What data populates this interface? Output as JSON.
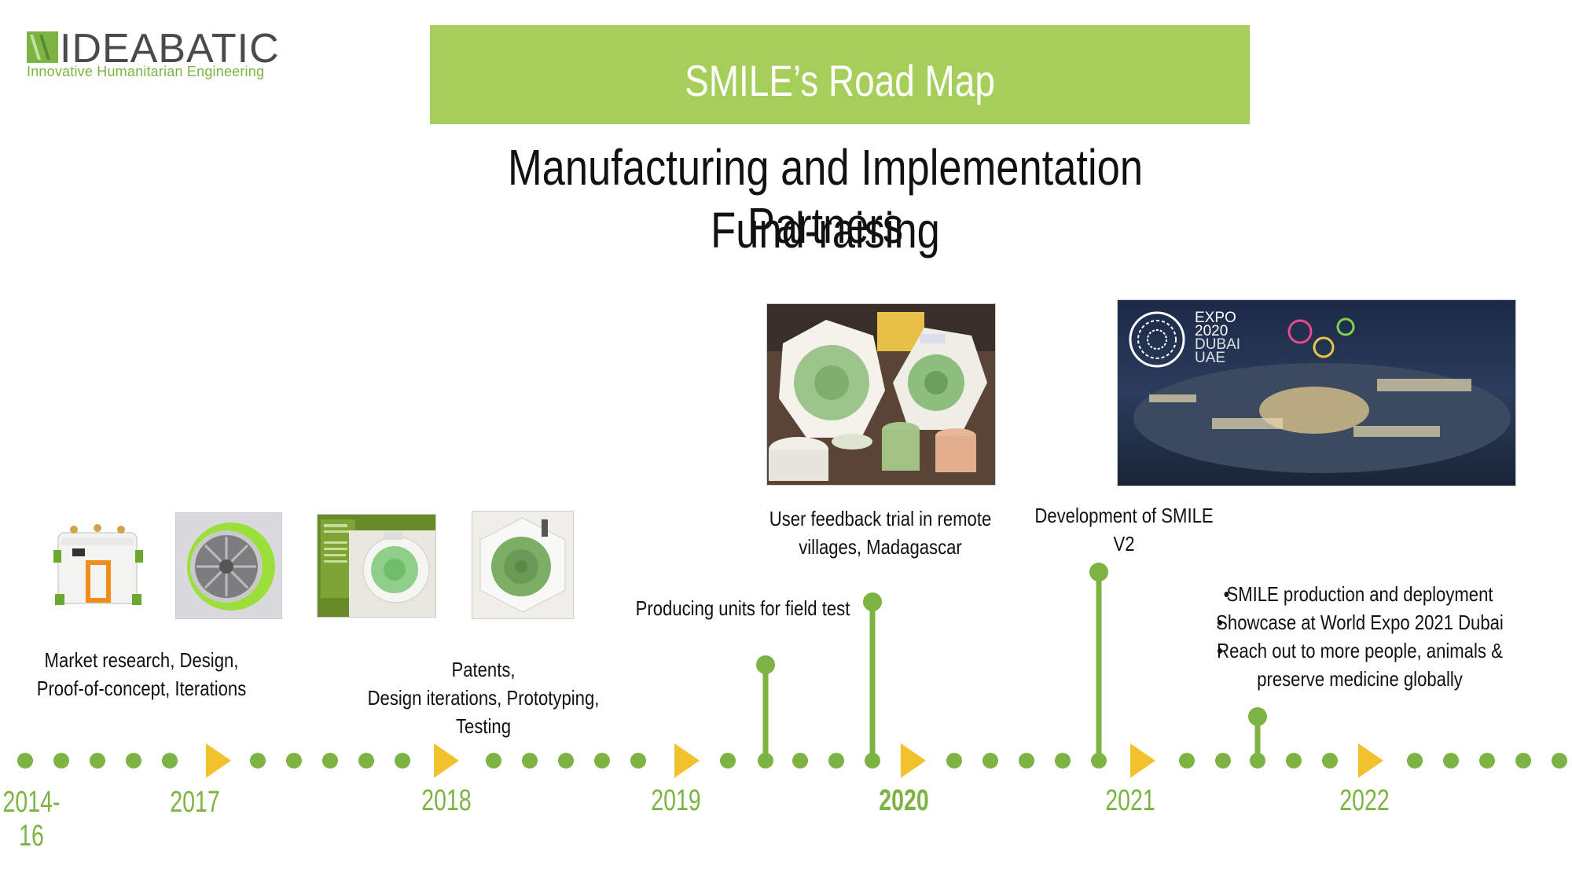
{
  "logo": {
    "name": "IDEABATIC",
    "tagline": "Innovative Humanitarian Engineering"
  },
  "title": "SMILE’s Road Map",
  "subtitle_line1": "Manufacturing and Implementation Partners",
  "subtitle_line2": "Fund-raising",
  "captions": {
    "market": [
      "Market research, Design,",
      "Proof-of-concept, Iterations"
    ],
    "patents": [
      "Patents,",
      "Design iterations, Prototyping, Testing"
    ],
    "producing": "Producing units for field test",
    "feedback": [
      "User feedback trial in remote",
      "villages, Madagascar"
    ],
    "development": "Development of SMILE V2",
    "future": [
      "SMILE production and deployment",
      "Showcase at World Expo 2021 Dubai",
      "Reach out to more people, animals &",
      "preserve medicine globally"
    ]
  },
  "expo_badge": [
    "EXPO",
    "2020",
    "DUBAI",
    "UAE"
  ],
  "years": [
    "2014-16",
    "2017",
    "2018",
    "2019",
    "2020",
    "2021",
    "2022"
  ],
  "highlight_year": "2020",
  "colors": {
    "accent_green": "#a5cf5a",
    "timeline_green": "#7cb342",
    "arrow_yellow": "#f2c12e"
  }
}
